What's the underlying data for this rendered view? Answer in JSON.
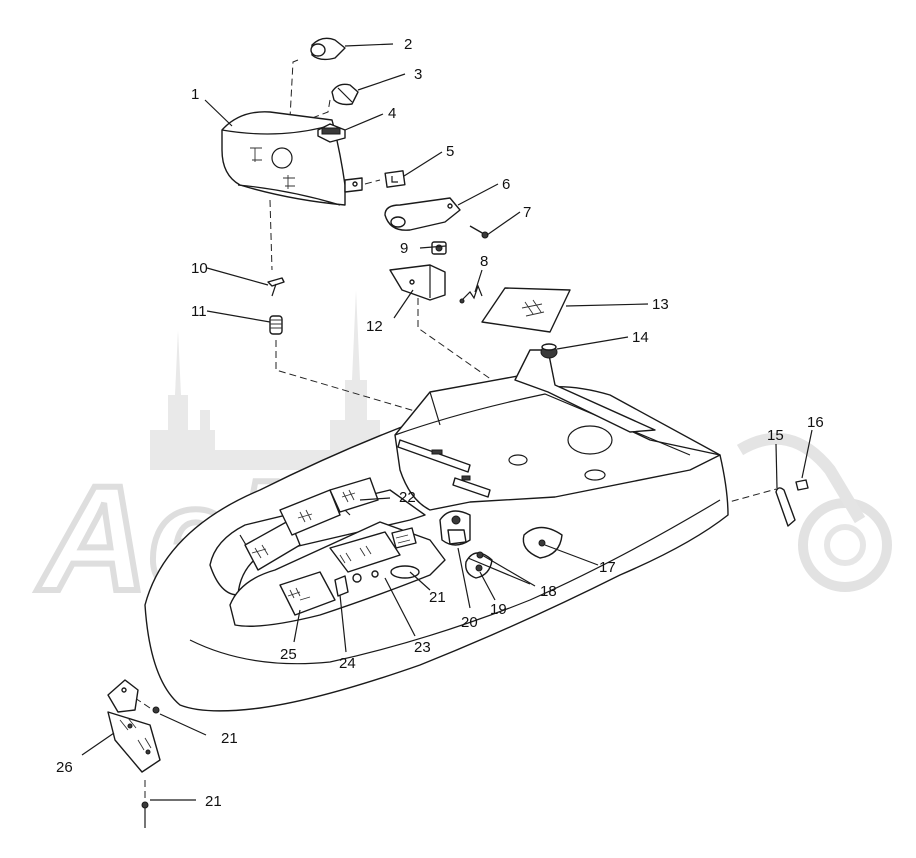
{
  "diagram": {
    "watermark": "Aelliom",
    "callouts": [
      {
        "id": "c1",
        "label": "1"
      },
      {
        "id": "c2",
        "label": "2"
      },
      {
        "id": "c3",
        "label": "3"
      },
      {
        "id": "c4",
        "label": "4"
      },
      {
        "id": "c5",
        "label": "5"
      },
      {
        "id": "c6",
        "label": "6"
      },
      {
        "id": "c7",
        "label": "7"
      },
      {
        "id": "c8",
        "label": "8"
      },
      {
        "id": "c9",
        "label": "9"
      },
      {
        "id": "c10",
        "label": "10"
      },
      {
        "id": "c11",
        "label": "11"
      },
      {
        "id": "c12",
        "label": "12"
      },
      {
        "id": "c13",
        "label": "13"
      },
      {
        "id": "c14",
        "label": "14"
      },
      {
        "id": "c15",
        "label": "15"
      },
      {
        "id": "c16",
        "label": "16"
      },
      {
        "id": "c17",
        "label": "17"
      },
      {
        "id": "c18",
        "label": "18"
      },
      {
        "id": "c19",
        "label": "19"
      },
      {
        "id": "c20",
        "label": "20"
      },
      {
        "id": "c21a",
        "label": "21"
      },
      {
        "id": "c21b",
        "label": "21"
      },
      {
        "id": "c21c",
        "label": "21"
      },
      {
        "id": "c22",
        "label": "22"
      },
      {
        "id": "c23",
        "label": "23"
      },
      {
        "id": "c24",
        "label": "24"
      },
      {
        "id": "c25",
        "label": "25"
      },
      {
        "id": "c26",
        "label": "26"
      }
    ]
  }
}
